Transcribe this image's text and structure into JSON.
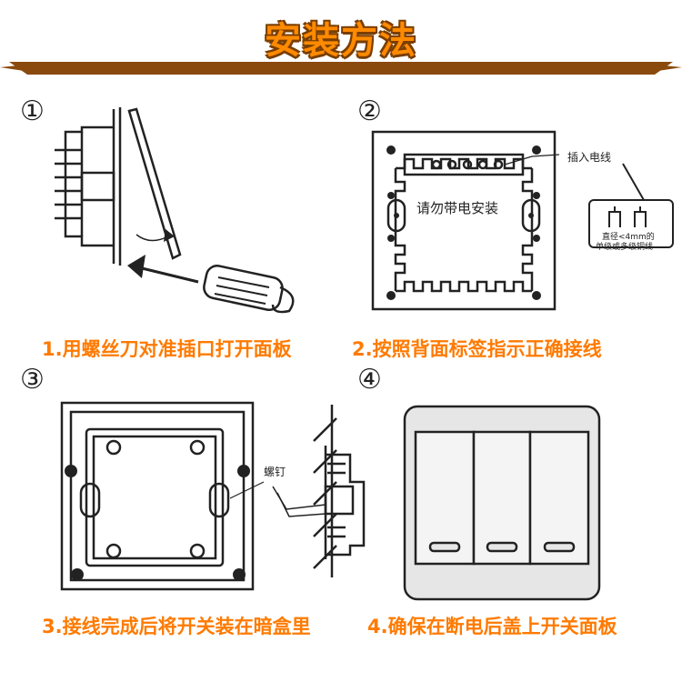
{
  "title": "安装方法",
  "steps": [
    {
      "number": "①",
      "caption": "1.用螺丝刀对准插口打开面板"
    },
    {
      "number": "②",
      "caption": "2.按照背面标签指示正确接线"
    },
    {
      "number": "③",
      "caption": "3.接线完成后将开关装在暗盒里"
    },
    {
      "number": "④",
      "caption": "4.确保在断电后盖上开关面板"
    }
  ],
  "step2": {
    "warning_label": "请勿带电安装",
    "insert_wire_label": "插入电线",
    "wire_note_line1": "直径<4mm的",
    "wire_note_line2": "单级或多级铜线"
  },
  "step3": {
    "screw_label": "螺钉"
  },
  "colors": {
    "accent": "#ff7a00",
    "banner": "#8a4a0e",
    "line": "#222222",
    "panel_fill": "#e8e8e8"
  }
}
